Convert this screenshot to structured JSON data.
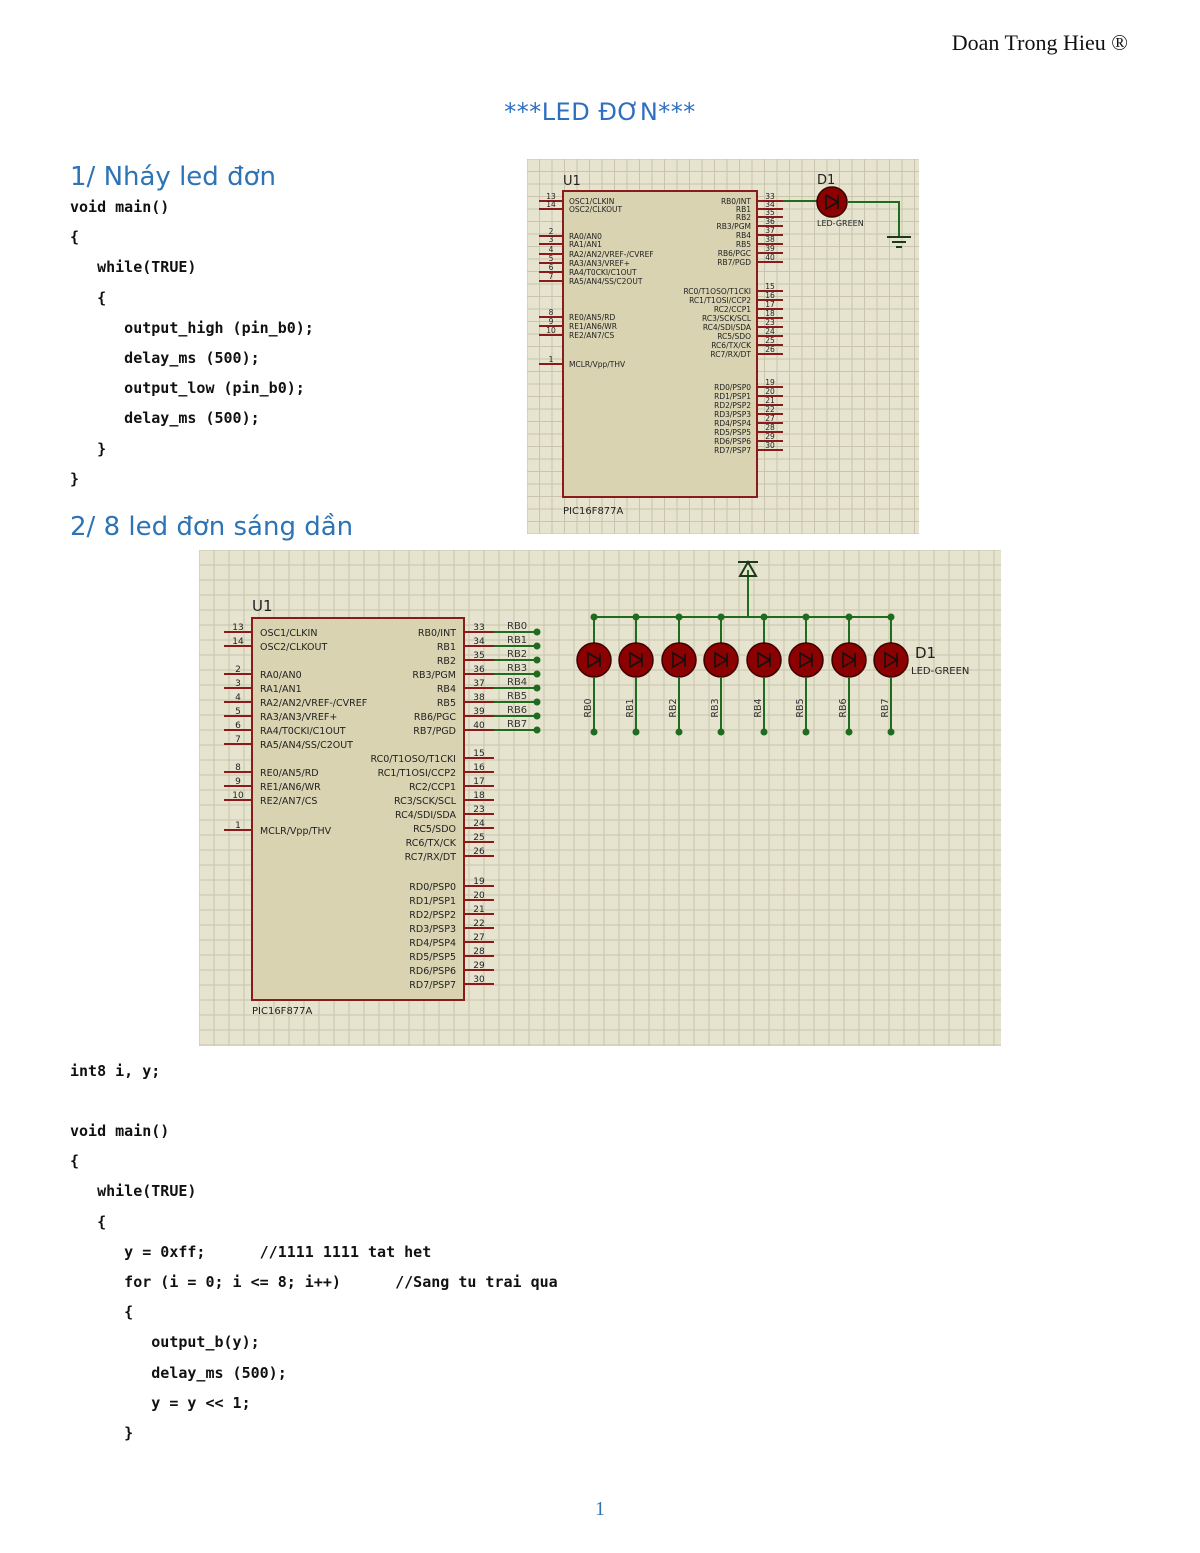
{
  "header": {
    "author": "Doan Trong Hieu ®"
  },
  "title": "***LED ĐƠN***",
  "section1": {
    "heading": "1/ Nháy led đơn",
    "code": [
      "void main()",
      "{",
      "   while(TRUE)",
      "   {",
      "      output_high (pin_b0);",
      "      delay_ms (500);",
      "      output_low (pin_b0);",
      "      delay_ms (500);",
      "   }",
      "}"
    ]
  },
  "section2": {
    "heading": "2/ 8 led đơn sáng dần",
    "code_decl": "int8 i, y;",
    "code": [
      "void main()",
      "{",
      "   while(TRUE)",
      "   {",
      "      y = 0xff;      //1111 1111 tat het",
      "      for (i = 0; i <= 8; i++)      //Sang tu trai qua",
      "      {",
      "         output_b(y);",
      "         delay_ms (500);",
      "         y = y << 1;",
      "      }"
    ]
  },
  "schematic1": {
    "chip_ref": "U1",
    "chip_part": "PIC16F877A",
    "led_ref": "D1",
    "led_part": "LED-GREEN",
    "left_pins": [
      {
        "num": "13",
        "name": "OSC1/CLKIN"
      },
      {
        "num": "14",
        "name": "OSC2/CLKOUT"
      },
      {
        "num": "2",
        "name": "RA0/AN0"
      },
      {
        "num": "3",
        "name": "RA1/AN1"
      },
      {
        "num": "4",
        "name": "RA2/AN2/VREF-/CVREF"
      },
      {
        "num": "5",
        "name": "RA3/AN3/VREF+"
      },
      {
        "num": "6",
        "name": "RA4/T0CKI/C1OUT"
      },
      {
        "num": "7",
        "name": "RA5/AN4/SS/C2OUT"
      },
      {
        "num": "8",
        "name": "RE0/AN5/RD"
      },
      {
        "num": "9",
        "name": "RE1/AN6/WR"
      },
      {
        "num": "10",
        "name": "RE2/AN7/CS"
      },
      {
        "num": "1",
        "name": "MCLR/Vpp/THV"
      }
    ],
    "right_pins": [
      {
        "num": "33",
        "name": "RB0/INT"
      },
      {
        "num": "34",
        "name": "RB1"
      },
      {
        "num": "35",
        "name": "RB2"
      },
      {
        "num": "36",
        "name": "RB3/PGM"
      },
      {
        "num": "37",
        "name": "RB4"
      },
      {
        "num": "38",
        "name": "RB5"
      },
      {
        "num": "39",
        "name": "RB6/PGC"
      },
      {
        "num": "40",
        "name": "RB7/PGD"
      },
      {
        "num": "15",
        "name": "RC0/T1OSO/T1CKI"
      },
      {
        "num": "16",
        "name": "RC1/T1OSI/CCP2"
      },
      {
        "num": "17",
        "name": "RC2/CCP1"
      },
      {
        "num": "18",
        "name": "RC3/SCK/SCL"
      },
      {
        "num": "23",
        "name": "RC4/SDI/SDA"
      },
      {
        "num": "24",
        "name": "RC5/SDO"
      },
      {
        "num": "25",
        "name": "RC6/TX/CK"
      },
      {
        "num": "26",
        "name": "RC7/RX/DT"
      },
      {
        "num": "19",
        "name": "RD0/PSP0"
      },
      {
        "num": "20",
        "name": "RD1/PSP1"
      },
      {
        "num": "21",
        "name": "RD2/PSP2"
      },
      {
        "num": "22",
        "name": "RD3/PSP3"
      },
      {
        "num": "27",
        "name": "RD4/PSP4"
      },
      {
        "num": "28",
        "name": "RD5/PSP5"
      },
      {
        "num": "29",
        "name": "RD6/PSP6"
      },
      {
        "num": "30",
        "name": "RD7/PSP7"
      }
    ]
  },
  "schematic2": {
    "chip_ref": "U1",
    "chip_part": "PIC16F877A",
    "led_ref": "D1",
    "led_part": "LED-GREEN",
    "net_labels": [
      "RB0",
      "RB1",
      "RB2",
      "RB3",
      "RB4",
      "RB5",
      "RB6",
      "RB7"
    ]
  },
  "colors": {
    "heading": "#2e74b5",
    "grid_bg": "#e6e3cf",
    "chip_fill": "#d9d3b2",
    "chip_border": "#8b1a1a",
    "wire": "#1f6b1f",
    "led": "#8b0000"
  },
  "footer": {
    "page_number": "1"
  }
}
